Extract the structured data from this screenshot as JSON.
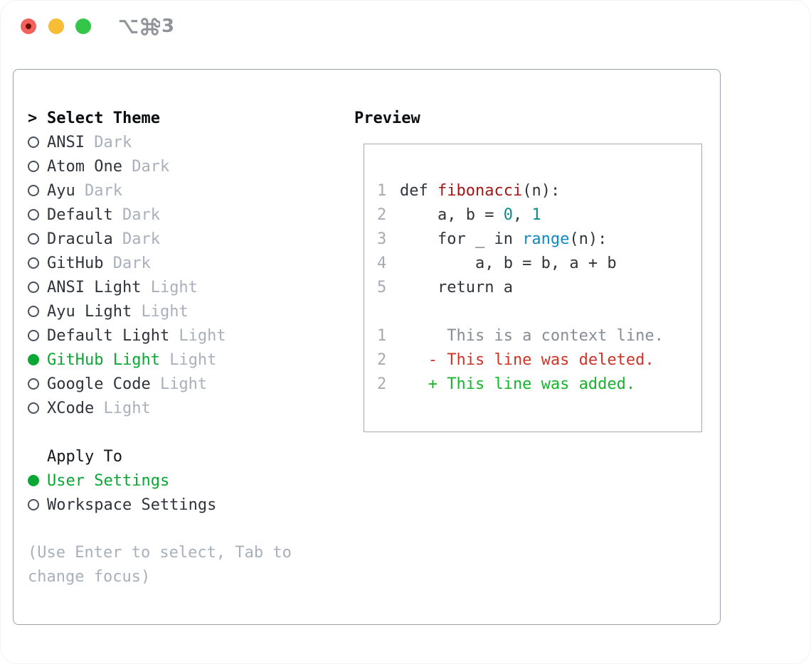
{
  "window": {
    "shortcut": {
      "label": "⌥⌘3",
      "key": "3"
    },
    "traffic_lights": [
      "close",
      "minimize",
      "zoom"
    ]
  },
  "colors": {
    "selection_green": "#0aa832",
    "added_green": "#15b62c",
    "deleted_red": "#cd3428",
    "function_red": "#a31717",
    "number_teal": "#0a8c8c",
    "builtin_blue": "#1289c0",
    "muted_gray": "#a8b0bc",
    "text_dark": "#2f343c",
    "panel_border": "#99a1ac"
  },
  "menu": {
    "header": "Select Theme",
    "header_prefix": ">",
    "items": [
      {
        "name": "ANSI",
        "variant": "Dark",
        "selected": false
      },
      {
        "name": "Atom One",
        "variant": "Dark",
        "selected": false
      },
      {
        "name": "Ayu",
        "variant": "Dark",
        "selected": false
      },
      {
        "name": "Default",
        "variant": "Dark",
        "selected": false
      },
      {
        "name": "Dracula",
        "variant": "Dark",
        "selected": false
      },
      {
        "name": "GitHub",
        "variant": "Dark",
        "selected": false
      },
      {
        "name": "ANSI Light",
        "variant": "Light",
        "selected": false
      },
      {
        "name": "Ayu Light",
        "variant": "Light",
        "selected": false
      },
      {
        "name": "Default Light",
        "variant": "Light",
        "selected": false
      },
      {
        "name": "GitHub Light",
        "variant": "Light",
        "selected": true
      },
      {
        "name": "Google Code",
        "variant": "Light",
        "selected": false
      },
      {
        "name": "XCode",
        "variant": "Light",
        "selected": false
      }
    ],
    "apply_to": {
      "header": "Apply To",
      "items": [
        {
          "name": "User Settings",
          "selected": true
        },
        {
          "name": "Workspace Settings",
          "selected": false
        }
      ]
    },
    "hint": "(Use Enter to select, Tab to change focus)"
  },
  "preview": {
    "title": "Preview",
    "code_lines": [
      {
        "num": "1",
        "segments": [
          {
            "text": "def ",
            "style": "plain"
          },
          {
            "text": "fibonacci",
            "style": "title"
          },
          {
            "text": "(n):",
            "style": "plain"
          }
        ]
      },
      {
        "num": "2",
        "segments": [
          {
            "text": "    a, b = ",
            "style": "plain"
          },
          {
            "text": "0",
            "style": "number"
          },
          {
            "text": ", ",
            "style": "plain"
          },
          {
            "text": "1",
            "style": "number"
          }
        ]
      },
      {
        "num": "3",
        "segments": [
          {
            "text": "    for _ in ",
            "style": "plain"
          },
          {
            "text": "range",
            "style": "builtin"
          },
          {
            "text": "(n):",
            "style": "plain"
          }
        ]
      },
      {
        "num": "4",
        "segments": [
          {
            "text": "        a, b = b, a + b",
            "style": "plain"
          }
        ]
      },
      {
        "num": "5",
        "segments": [
          {
            "text": "    return a",
            "style": "plain"
          }
        ]
      },
      {
        "num": "",
        "segments": []
      },
      {
        "num": "1",
        "segments": [
          {
            "text": "     This is a context line.",
            "style": "context"
          }
        ]
      },
      {
        "num": "2",
        "segments": [
          {
            "text": "   - This line was deleted.",
            "style": "deleted"
          }
        ]
      },
      {
        "num": "2",
        "segments": [
          {
            "text": "   + This line was added.",
            "style": "added"
          }
        ]
      }
    ]
  }
}
